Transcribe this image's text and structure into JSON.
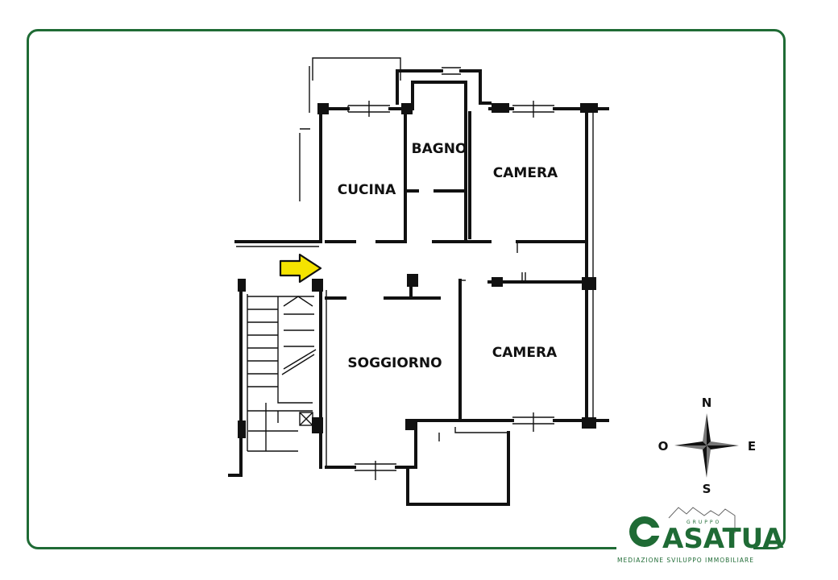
{
  "rooms": {
    "cucina": "CUCINA",
    "bagno": "BAGNO",
    "camera_1": "CAMERA",
    "camera_2": "CAMERA",
    "soggiorno": "SOGGIORNO"
  },
  "compass": {
    "north": "N",
    "south": "S",
    "east": "E",
    "west": "O"
  },
  "logo": {
    "word": "ASATUA",
    "group": "GRUPPO",
    "tagline": "MEDIAZIONE SVILUPPO IMMOBILIARE"
  },
  "colors": {
    "frame": "#1f6b35",
    "walls": "#111111",
    "entry_arrow": "#f5e300"
  },
  "icons": [
    "entry-arrow-icon",
    "compass-rose-icon",
    "logo-emblem-icon"
  ]
}
